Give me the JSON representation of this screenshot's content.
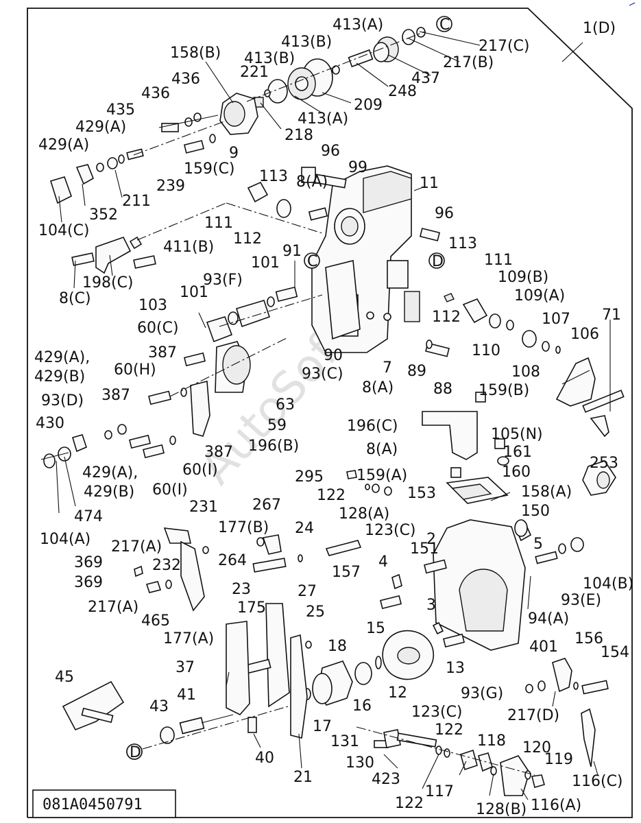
{
  "diagram_code": "081A0450791",
  "watermark": "AutoSoft",
  "assembly_label": "1(D)",
  "connector_labels": [
    "C",
    "C",
    "D",
    "D"
  ],
  "part_labels": [
    "413(A)",
    "413(B)",
    "413(B)",
    "221",
    "158(B)",
    "436",
    "436",
    "435",
    "429(A)",
    "429(A)",
    "352",
    "104(C)",
    "211",
    "239",
    "159(C)",
    "9",
    "218",
    "413(A)",
    "209",
    "248",
    "437",
    "217(B)",
    "217(C)",
    "1(D)",
    "96",
    "99",
    "11",
    "8(A)",
    "113",
    "111",
    "112",
    "96",
    "198(C)",
    "8(C)",
    "411(B)",
    "91",
    "101",
    "93(F)",
    "101",
    "103",
    "113",
    "111",
    "109(B)",
    "109(A)",
    "107",
    "106",
    "71",
    "112",
    "110",
    "108",
    "60(C)",
    "387",
    "90",
    "93(C)",
    "7",
    "8(A)",
    "89",
    "88",
    "429(A),",
    "429(B)",
    "60(H)",
    "387",
    "63",
    "59",
    "196(B)",
    "93(D)",
    "430",
    "429(A),",
    "429(B)",
    "60(I)",
    "60(I)",
    "387",
    "104(A)",
    "474",
    "159(B)",
    "196(C)",
    "105(N)",
    "8(A)",
    "161",
    "160",
    "253",
    "295",
    "122",
    "128(A)",
    "159(A)",
    "153",
    "158(A)",
    "123(C)",
    "150",
    "231",
    "267",
    "177(B)",
    "24",
    "2",
    "5",
    "217(A)",
    "369",
    "369",
    "232",
    "264",
    "151",
    "4",
    "157",
    "93(E)",
    "217(A)",
    "23",
    "27",
    "104(B)",
    "175",
    "465",
    "177(A)",
    "3",
    "94(A)",
    "45",
    "37",
    "25",
    "18",
    "15",
    "13",
    "12",
    "401",
    "156",
    "154",
    "43",
    "41",
    "16",
    "17",
    "93(G)",
    "217(D)",
    "123(C)",
    "122",
    "131",
    "118",
    "130",
    "120",
    "119",
    "40",
    "21",
    "423",
    "117",
    "116(C)",
    "122",
    "128(B)",
    "116(A)"
  ]
}
